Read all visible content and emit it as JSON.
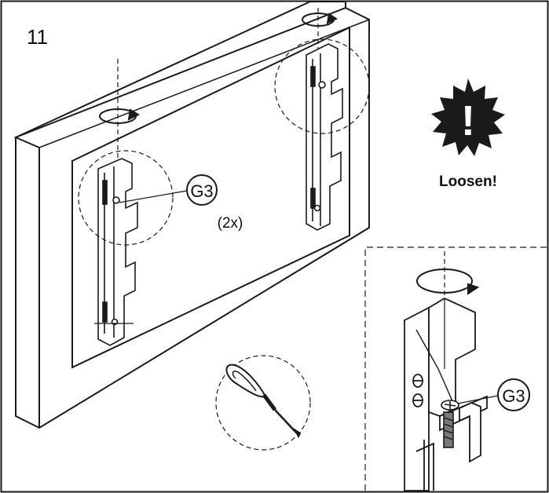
{
  "step": {
    "number": "11"
  },
  "callouts": {
    "part_label_main": "G3",
    "quantity": "(2x)",
    "part_label_detail": "G3"
  },
  "warning": {
    "symbol": "!",
    "label": "Loosen!"
  },
  "colors": {
    "line": "#1a1a1a",
    "fill": "#ffffff",
    "warning": "#1a1a1a",
    "hatch": "#555555"
  },
  "icons": [
    "rotate-arrow-icon",
    "screwdriver-icon",
    "warning-burst-icon"
  ]
}
